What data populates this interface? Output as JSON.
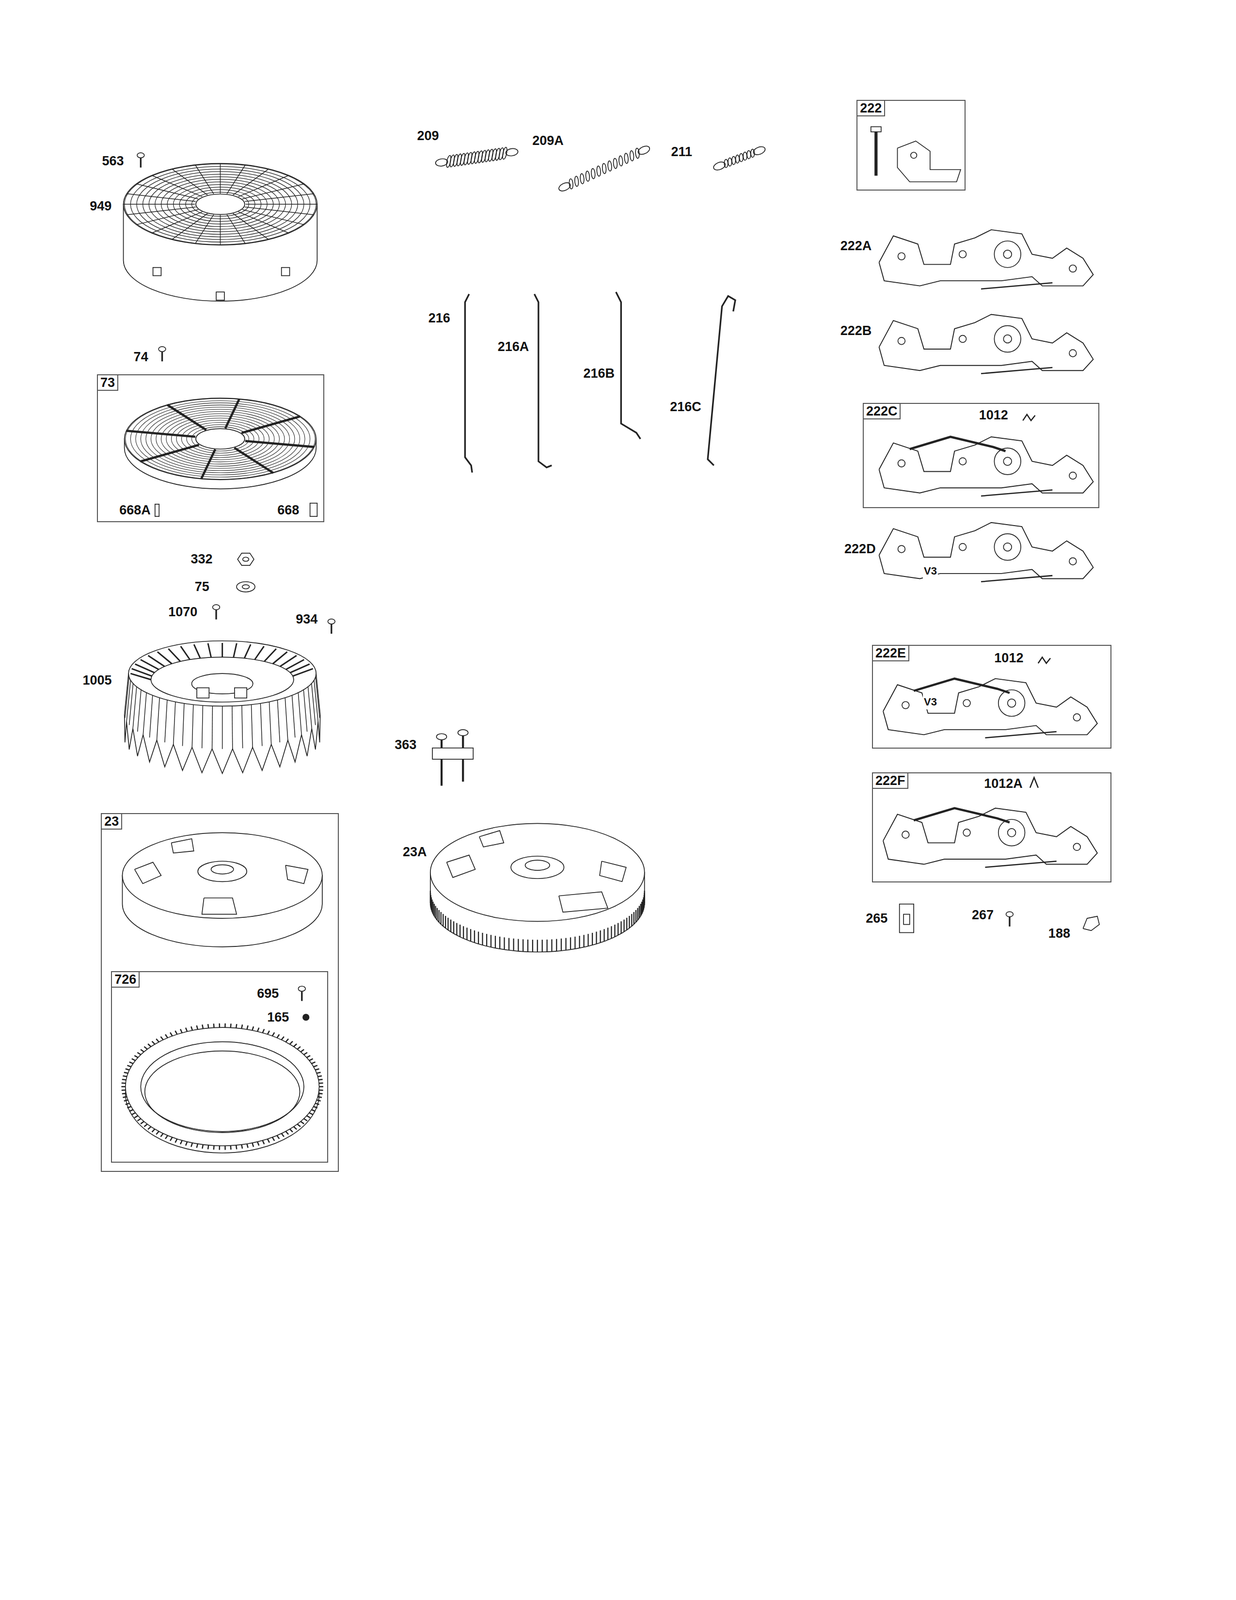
{
  "diagram": {
    "nodes": [
      {
        "text": [
          "73",
          "668A",
          "668"
        ]
      },
      {
        "text": [
          "23"
        ]
      },
      {
        "text": [
          "726",
          "695",
          "165"
        ],
        "in": 1
      },
      {
        "text": [
          "222"
        ]
      },
      {
        "text": [
          "222C",
          "1012"
        ]
      },
      {
        "text": [
          "222E",
          "1012"
        ]
      },
      {
        "text": [
          "222F",
          "1012A"
        ]
      }
    ],
    "labels": [
      "563",
      "949",
      "74",
      "332",
      "75",
      "1070",
      "934",
      "1005",
      "209",
      "209A",
      "211",
      "216",
      "216A",
      "216B",
      "216C",
      "363",
      "23A",
      "222A",
      "222B",
      "222D",
      "V3",
      "V3",
      "265",
      "267",
      "188"
    ]
  }
}
